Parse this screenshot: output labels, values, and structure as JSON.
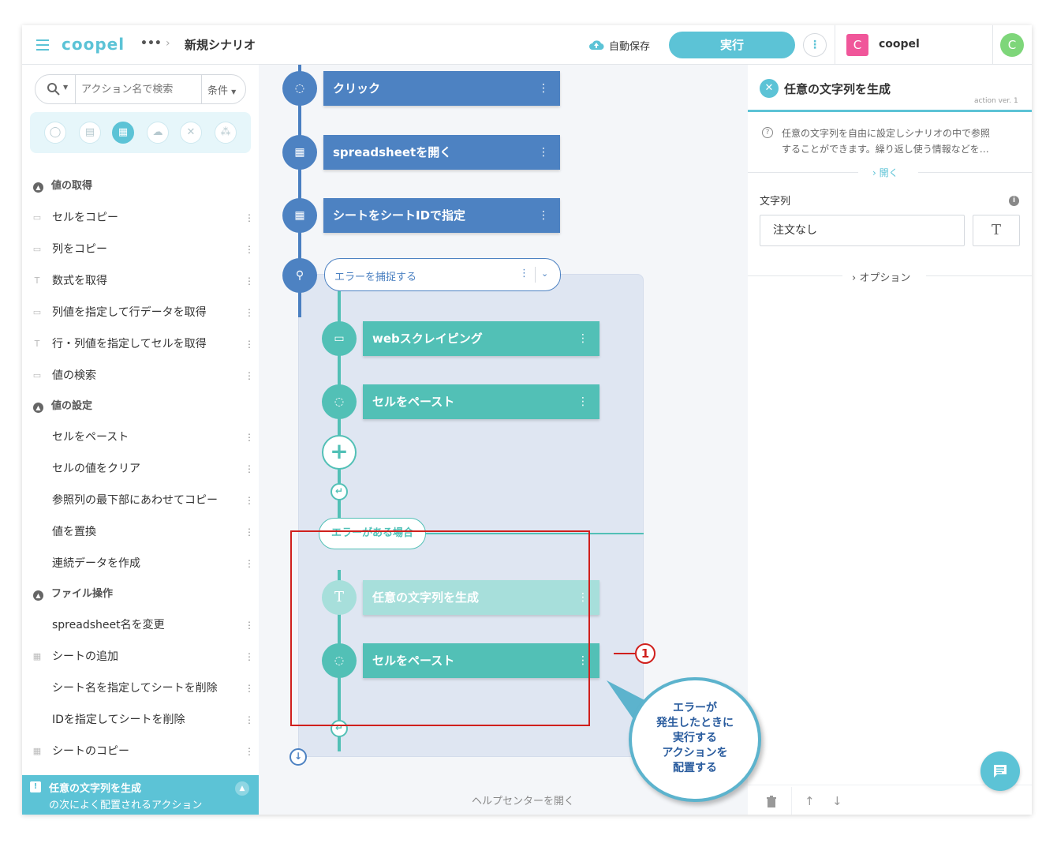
{
  "topbar": {
    "logo": "coopel",
    "menu_dots": "•••",
    "scenario_name": "新規シナリオ",
    "autosave": "自動保存",
    "run_label": "実行",
    "workspace_initial": "C",
    "workspace_name": "coopel",
    "user_initial": "C"
  },
  "sidebar": {
    "search_placeholder": "アクション名で検索",
    "filter_label": "条件",
    "sections": [
      {
        "title": "値の取得",
        "items": [
          "セルをコピー",
          "列をコピー",
          "数式を取得",
          "列値を指定して行データを取得",
          "行・列値を指定してセルを取得",
          "値の検索"
        ]
      },
      {
        "title": "値の設定",
        "items": [
          "セルをペースト",
          "セルの値をクリア",
          "参照列の最下部にあわせてコピー",
          "値を置換",
          "連続データを作成"
        ]
      },
      {
        "title": "ファイル操作",
        "items": [
          "spreadsheet名を変更",
          "シートの追加",
          "シート名を指定してシートを削除",
          "IDを指定してシートを削除",
          "シートのコピー"
        ]
      }
    ],
    "suggest_title": "任意の文字列を生成",
    "suggest_sub": "の次によく配置されるアクション"
  },
  "canvas": {
    "steps": [
      "クリック",
      "spreadsheetを開く",
      "シートをシートIDで指定"
    ],
    "try_label": "エラーを捕捉する",
    "try_steps": [
      "webスクレイピング",
      "セルをペースト"
    ],
    "catch_label": "エラーがある場合",
    "catch_steps": [
      "任意の文字列を生成",
      "セルをペースト"
    ],
    "help_link": "ヘルプセンターを開く"
  },
  "panel": {
    "title": "任意の文字列を生成",
    "version": "action ver. 1",
    "description_line1": "任意の文字列を自由に設定しシナリオの中で参照",
    "description_line2": "することができます。繰り返し使う情報などを…",
    "expand": "開く",
    "field_label": "文字列",
    "field_value": "注文なし",
    "type_toggle": "T",
    "options": "オプション"
  },
  "annotation": {
    "badge": "1",
    "bubble_lines": [
      "エラーが",
      "発生したときに",
      "実行する",
      "アクションを",
      "配置する"
    ]
  },
  "colors": {
    "accent": "#5cc3d6",
    "blue": "#4d82c2",
    "teal": "#52c0b6",
    "red": "#d0201d"
  }
}
